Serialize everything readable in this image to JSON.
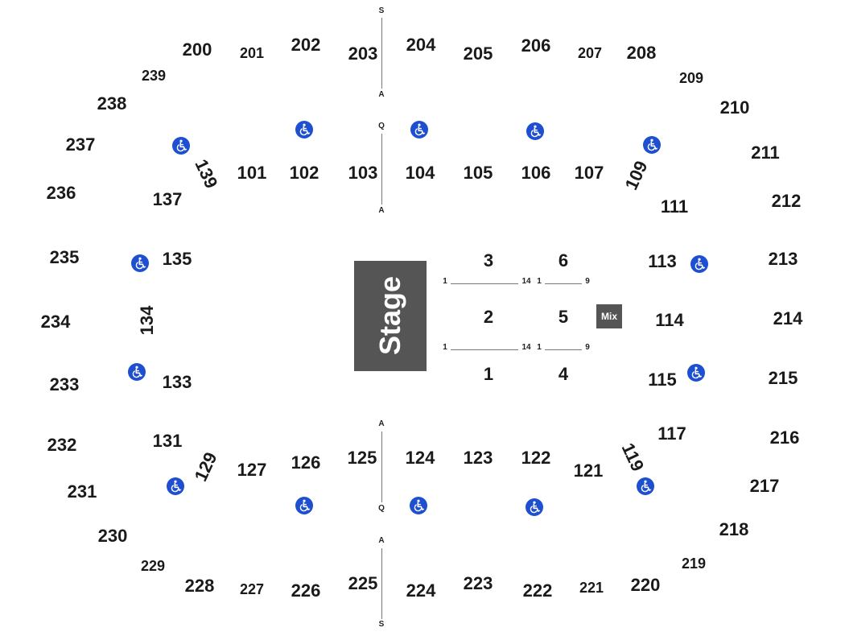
{
  "stage_label": "Stage",
  "mix_label": "Mix",
  "accent_color": "#1d4fd0",
  "icon": "wheelchair-accessible-icon",
  "sections": [
    {
      "label": "200"
    },
    {
      "label": "201",
      "small": true
    },
    {
      "label": "202"
    },
    {
      "label": "203"
    },
    {
      "label": "204"
    },
    {
      "label": "205"
    },
    {
      "label": "206"
    },
    {
      "label": "207",
      "small": true
    },
    {
      "label": "208"
    },
    {
      "label": "209",
      "small": true
    },
    {
      "label": "210"
    },
    {
      "label": "211"
    },
    {
      "label": "212"
    },
    {
      "label": "213"
    },
    {
      "label": "214"
    },
    {
      "label": "215"
    },
    {
      "label": "216"
    },
    {
      "label": "217"
    },
    {
      "label": "218"
    },
    {
      "label": "219",
      "small": true
    },
    {
      "label": "220"
    },
    {
      "label": "221",
      "small": true
    },
    {
      "label": "222"
    },
    {
      "label": "223"
    },
    {
      "label": "224"
    },
    {
      "label": "225"
    },
    {
      "label": "226"
    },
    {
      "label": "227",
      "small": true
    },
    {
      "label": "228"
    },
    {
      "label": "229",
      "small": true
    },
    {
      "label": "230"
    },
    {
      "label": "231"
    },
    {
      "label": "232"
    },
    {
      "label": "233"
    },
    {
      "label": "234"
    },
    {
      "label": "235"
    },
    {
      "label": "236"
    },
    {
      "label": "237"
    },
    {
      "label": "238"
    },
    {
      "label": "239",
      "small": true
    },
    {
      "label": "101"
    },
    {
      "label": "102"
    },
    {
      "label": "103"
    },
    {
      "label": "104"
    },
    {
      "label": "105"
    },
    {
      "label": "106"
    },
    {
      "label": "107"
    },
    {
      "label": "109",
      "rotate": -65
    },
    {
      "label": "111"
    },
    {
      "label": "113"
    },
    {
      "label": "114"
    },
    {
      "label": "115"
    },
    {
      "label": "117"
    },
    {
      "label": "119",
      "rotate": 65
    },
    {
      "label": "121"
    },
    {
      "label": "122"
    },
    {
      "label": "123"
    },
    {
      "label": "124"
    },
    {
      "label": "125"
    },
    {
      "label": "126"
    },
    {
      "label": "127"
    },
    {
      "label": "129",
      "rotate": -65
    },
    {
      "label": "131"
    },
    {
      "label": "133"
    },
    {
      "label": "134",
      "rotate": -90
    },
    {
      "label": "135"
    },
    {
      "label": "137"
    },
    {
      "label": "139",
      "rotate": 65
    },
    {
      "label": "1"
    },
    {
      "label": "2"
    },
    {
      "label": "3"
    },
    {
      "label": "4"
    },
    {
      "label": "5"
    },
    {
      "label": "6"
    }
  ],
  "row_markers": [
    {
      "label": "S"
    },
    {
      "label": "A"
    },
    {
      "label": "Q"
    },
    {
      "label": "A"
    },
    {
      "label": "A"
    },
    {
      "label": "Q"
    },
    {
      "label": "A"
    },
    {
      "label": "S"
    },
    {
      "label": "1"
    },
    {
      "label": "14"
    },
    {
      "label": "1"
    },
    {
      "label": "9"
    },
    {
      "label": "1"
    },
    {
      "label": "14"
    },
    {
      "label": "1"
    },
    {
      "label": "9"
    }
  ]
}
